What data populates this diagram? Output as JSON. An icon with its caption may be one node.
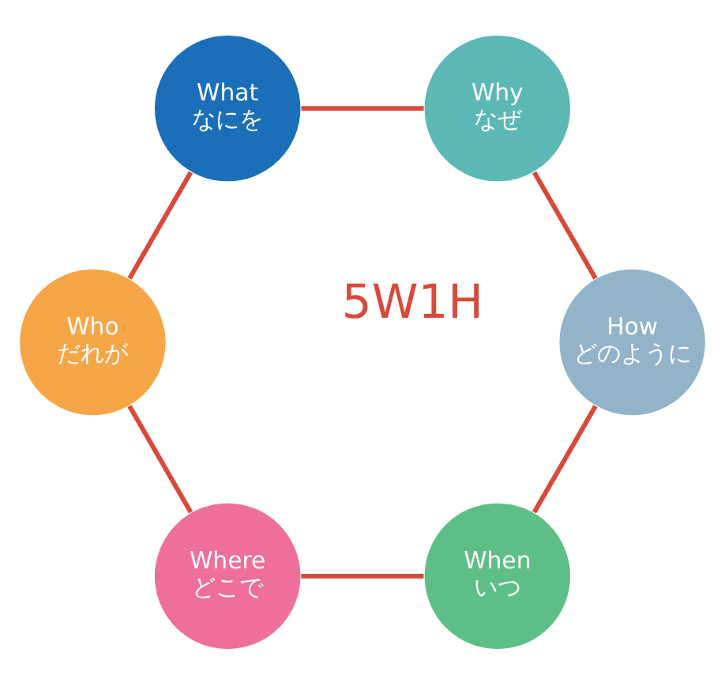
{
  "diagram": {
    "nodes": [
      {
        "text": [
          "When",
          "いつ"
        ]
      },
      {
        "text": [
          "How",
          "どのように"
        ]
      },
      {
        "text": [
          "Where",
          "どこで"
        ]
      },
      {
        "text": [
          "Why",
          "なぜ"
        ]
      },
      {
        "text": [
          "Who",
          "だれが"
        ]
      },
      {
        "text": [
          "What",
          "なにを"
        ]
      }
    ],
    "edges": [
      {
        "from": 0,
        "to": 2,
        "arrow": "none"
      },
      {
        "from": 2,
        "to": 4,
        "arrow": "none"
      },
      {
        "from": 4,
        "to": 5,
        "arrow": "none"
      },
      {
        "from": 5,
        "to": 3,
        "arrow": "none"
      },
      {
        "from": 3,
        "to": 1,
        "arrow": "none"
      },
      {
        "from": 1,
        "to": 0,
        "arrow": "none"
      }
    ],
    "labels": [
      "5W1H"
    ]
  }
}
